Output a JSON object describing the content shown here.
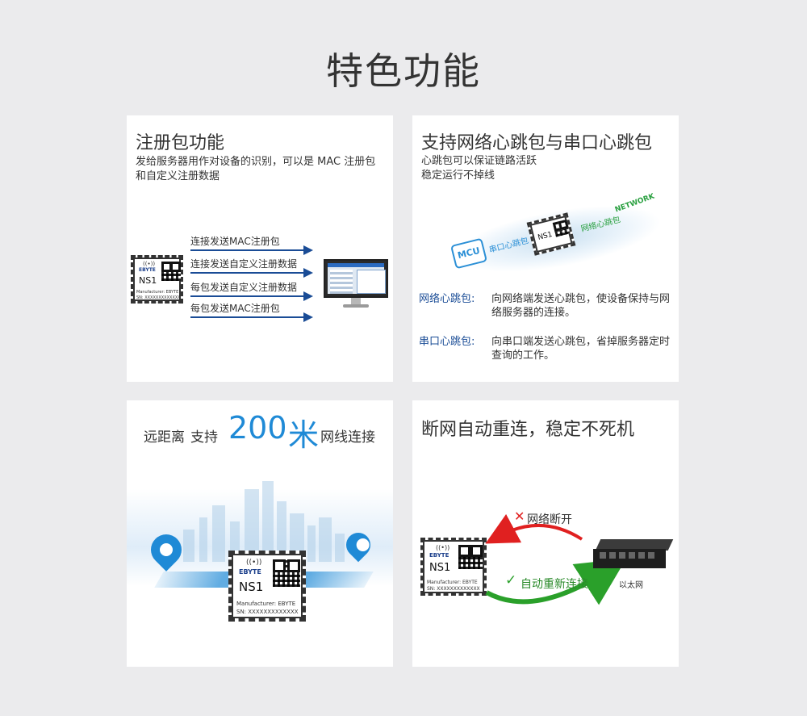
{
  "page_title": "特色功能",
  "cards": {
    "register": {
      "title": "注册包功能",
      "desc": "发给服务器用作对设备的识别，可以是 MAC 注册包和自定义注册数据",
      "arrows": [
        "连接发送MAC注册包",
        "连接发送自定义注册数据",
        "每包发送自定义注册数据",
        "每包发送MAC注册包"
      ]
    },
    "heartbeat": {
      "title": "支持网络心跳包与串口心跳包",
      "desc_line1": "心跳包可以保证链路活跃",
      "desc_line2": "稳定运行不掉线",
      "illus": {
        "mcu": "MCU",
        "uart_hb": "串口心跳包",
        "net_hb": "网络心跳包",
        "network": "NETWORK"
      },
      "items": [
        {
          "key": "网络心跳包:",
          "value": "向网络端发送心跳包，使设备保持与网络服务器的连接。"
        },
        {
          "key": "串口心跳包:",
          "value": "向串口端发送心跳包，省掉服务器定时查询的工作。"
        }
      ]
    },
    "distance": {
      "text_a": "远距离",
      "text_b": "支持",
      "number": "200",
      "unit": "米",
      "text_c": "网线连接"
    },
    "reconnect": {
      "title": "断网自动重连，稳定不死机",
      "disconnect_label": "网络断开",
      "reconnect_label": "自动重新连接",
      "ethernet_label": "以太网"
    }
  },
  "chip": {
    "brand": "EBYTE",
    "model": "NS1",
    "manufacturer": "Manufacturer: EBYTE",
    "sn": "SN: XXXXXXXXXXXXX"
  },
  "colors": {
    "accent_blue": "#1f8ad6",
    "dark_blue": "#1a4c96",
    "red": "#e02020",
    "green": "#2aa02a"
  }
}
